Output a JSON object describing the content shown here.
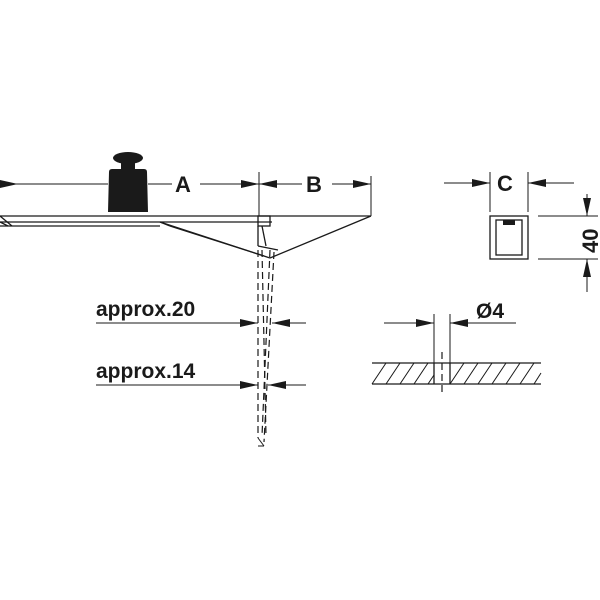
{
  "labels": {
    "a": "A",
    "b": "B",
    "c": "C",
    "height": "40",
    "approx20": "approx.20",
    "approx14": "approx.14",
    "diameter": "Ø4"
  },
  "colors": {
    "ink": "#1a1a1a",
    "background": "#ffffff"
  },
  "icons": {
    "weight": "weight-icon"
  }
}
